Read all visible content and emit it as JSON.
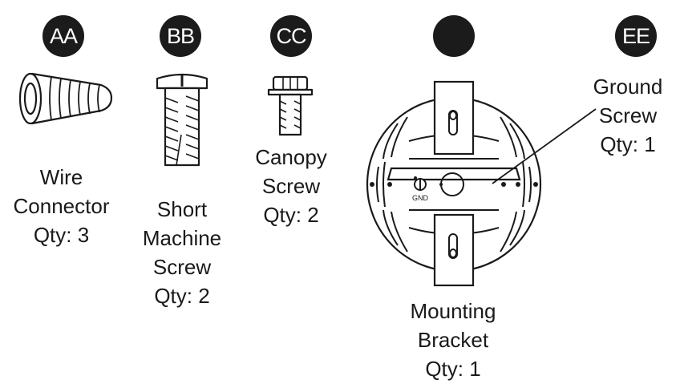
{
  "parts": [
    {
      "badge": "AA",
      "name_lines": [
        "Wire",
        "Connector"
      ],
      "qty": "Qty: 3",
      "icon": "wire-connector-icon"
    },
    {
      "badge": "BB",
      "name_lines": [
        "Short",
        "Machine",
        "Screw"
      ],
      "qty": "Qty: 2",
      "icon": "short-machine-screw-icon"
    },
    {
      "badge": "CC",
      "name_lines": [
        "Canopy",
        "Screw"
      ],
      "qty": "Qty: 2",
      "icon": "canopy-screw-icon"
    },
    {
      "badge": "",
      "name_lines": [
        "Mounting",
        "Bracket"
      ],
      "qty": "Qty: 1",
      "icon": "mounting-bracket-icon"
    },
    {
      "badge": "EE",
      "name_lines": [
        "Ground",
        "Screw"
      ],
      "qty": "Qty: 1",
      "icon": "ground-screw-icon"
    }
  ],
  "bracket_marking": "GND",
  "colors": {
    "badge": "#1b1b1b",
    "badge_text": "#ffffff",
    "line": "#1a1a1a"
  }
}
